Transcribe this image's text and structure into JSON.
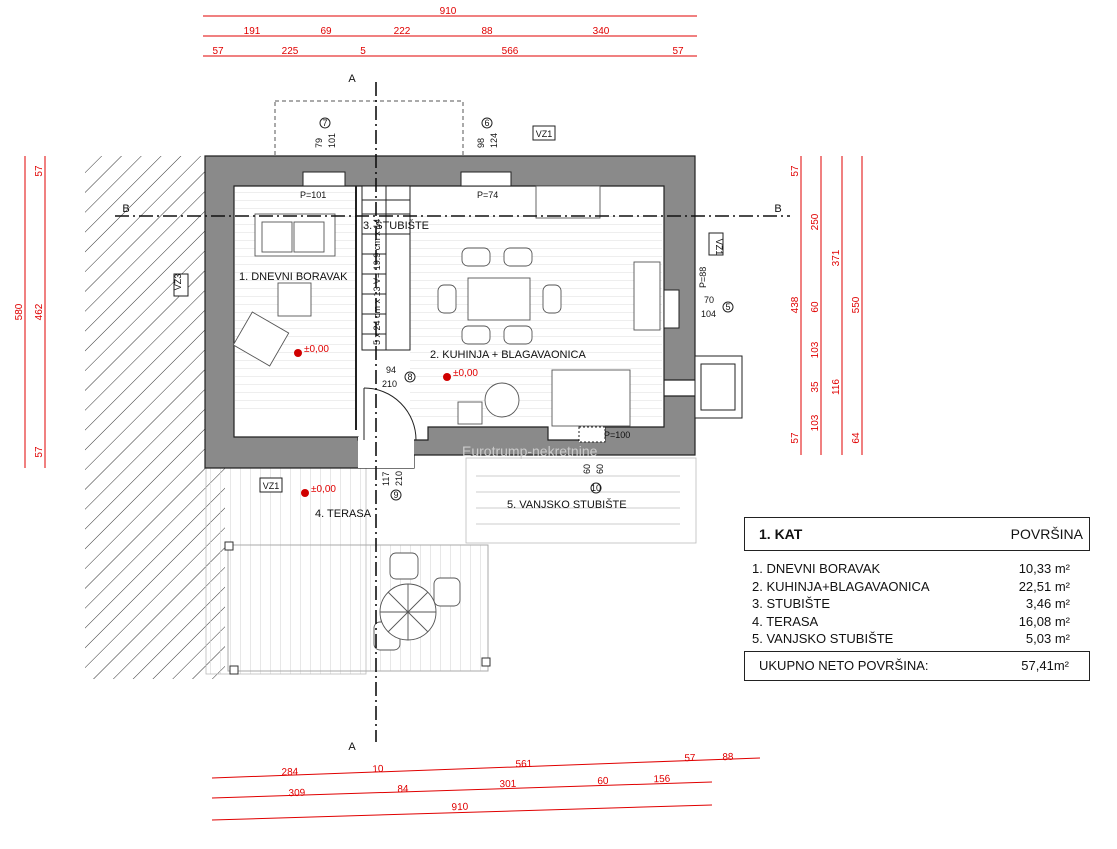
{
  "dimensions": {
    "top_total": "910",
    "top_row1": [
      "191",
      "69",
      "222",
      "88",
      "340"
    ],
    "top_row2": [
      "57",
      "225",
      "5",
      "566",
      "57"
    ],
    "left": [
      "580",
      "57",
      "462",
      "57"
    ],
    "right_a": [
      "57",
      "250",
      "438",
      "60",
      "103",
      "35",
      "103",
      "57"
    ],
    "right_b": [
      "371",
      "116",
      "64"
    ],
    "right_c": "550",
    "bottom_row1": [
      "284",
      "10",
      "561",
      "57",
      "88"
    ],
    "bottom_row2": [
      "309",
      "84",
      "301",
      "60",
      "156"
    ],
    "bottom_total": "910"
  },
  "section_marks": {
    "a": "A",
    "b": "B"
  },
  "rooms": {
    "dnevni": "1. DNEVNI BORAVAK",
    "kuhinja": "2. KUHINJA + BLAGAVAONICA",
    "stubiste": "3. STUBIŠTE",
    "terasa": "4. TERASA",
    "vanjsko": "5. VANJSKO STUBIŠTE"
  },
  "openings": {
    "w7": {
      "num": "7",
      "w": "79",
      "h": "101",
      "sill": "P=101"
    },
    "w6": {
      "num": "6",
      "w": "98",
      "h": "124",
      "sill": "P=74"
    },
    "w5": {
      "num": "5",
      "w": "70",
      "h": "104",
      "sill": "P=88"
    },
    "d8": {
      "num": "8",
      "w": "94",
      "h": "210"
    },
    "d9": {
      "num": "9",
      "w": "117",
      "h": "210"
    },
    "w10": {
      "num": "10",
      "w": "60",
      "h": "60",
      "sill": "P=100"
    }
  },
  "tags": {
    "vz1": "VZ1",
    "vz3": "VZ3"
  },
  "levels": {
    "zero": "±0,00"
  },
  "stair_note": "5 x 24 cm x 13 V= 19.9 cm x 14",
  "watermark": "Eurotrump-nekretnine",
  "area_table": {
    "floor": "1. KAT",
    "header": "POVRŠINA",
    "rows": [
      {
        "name": "1. DNEVNI BORAVAK",
        "area": "10,33 m²"
      },
      {
        "name": "2. KUHINJA+BLAGAVAONICA",
        "area": "22,51 m²"
      },
      {
        "name": "3. STUBIŠTE",
        "area": "3,46 m²"
      },
      {
        "name": "4. TERASA",
        "area": "16,08 m²"
      },
      {
        "name": "5. VANJSKO STUBIŠTE",
        "area": "5,03 m²"
      }
    ],
    "total_label": "UKUPNO NETO POVRŠINA:",
    "total_value": "57,41m²"
  },
  "colors": {
    "dimension": "#e00000",
    "wall": "#8a8a8a",
    "level": "#d00000"
  }
}
